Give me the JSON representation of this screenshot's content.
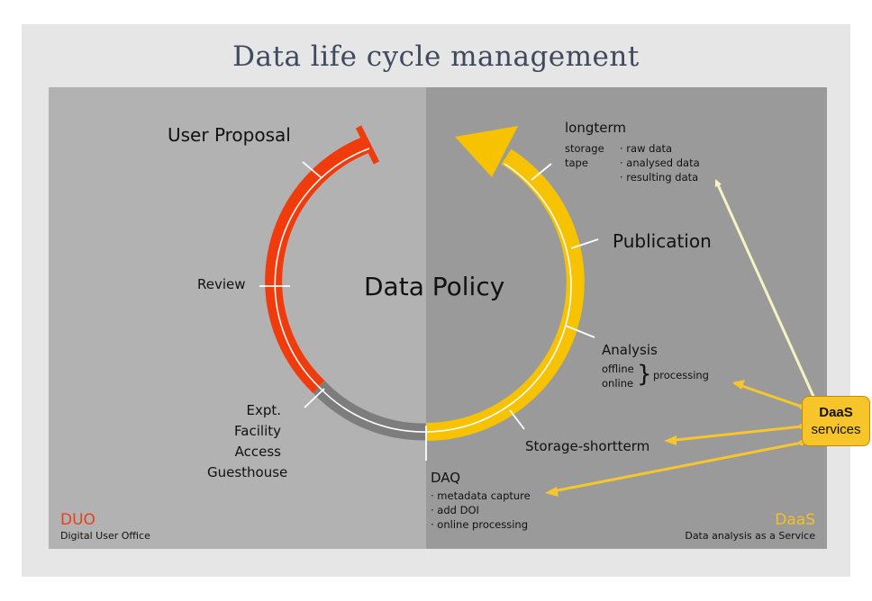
{
  "title": "Data life cycle management",
  "center_label": "Data Policy",
  "stages": {
    "user_proposal": "User Proposal",
    "review": "Review",
    "facility_lines": [
      "Expt.",
      "Facility",
      "Access",
      "Guesthouse"
    ],
    "longterm": "longterm",
    "longterm_media": [
      "storage",
      "tape"
    ],
    "longterm_items": [
      "· raw  data",
      "· analysed data",
      "· resulting data"
    ],
    "publication": "Publication",
    "analysis": "Analysis",
    "analysis_modes": [
      "offline",
      "online"
    ],
    "analysis_processing": "processing",
    "storage_shortterm": "Storage-shortterm",
    "daq": "DAQ",
    "daq_items": [
      "· metadata capture",
      "· add DOI",
      "· online processing"
    ]
  },
  "left_panel": {
    "brand": "DUO",
    "subtitle": "Digital User Office"
  },
  "right_panel": {
    "brand": "DaaS",
    "subtitle": "Data analysis as a Service"
  },
  "daas_box": {
    "line1": "DaaS",
    "line2": "services"
  },
  "colors": {
    "frame": "#e6e6e6",
    "left_panel": "#b2b2b2",
    "right_panel": "#9a9a9a",
    "duo_red": "#f03c0c",
    "daas_yellow": "#f7c200",
    "grey_arc": "#7d7d7d",
    "arrow_light": "#f6f3c4",
    "arrow_yellow": "#f5c62e"
  }
}
